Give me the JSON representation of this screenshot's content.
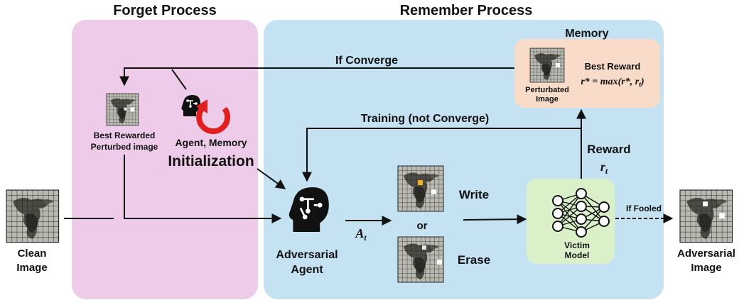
{
  "titles": {
    "forget": "Forget Process",
    "remember": "Remember Process"
  },
  "labels": {
    "memory": "Memory",
    "if_converge": "If Converge",
    "training": "Training (not Converge)",
    "best_rewarded_1": "Best Rewarded",
    "best_rewarded_2": "Perturbed image",
    "agent_memory": "Agent, Memory",
    "initialization": "Initialization",
    "perturbated_1": "Perturbated",
    "perturbated_2": "Image",
    "best_reward": "Best Reward",
    "reward_formula": "r* = max(r*, r",
    "reward_formula_sub": "t",
    "reward_formula_close": ")",
    "reward": "Reward",
    "reward_symbol": "r",
    "reward_symbol_sub": "t",
    "action_symbol": "A",
    "action_symbol_sub": "t",
    "write": "Write",
    "or": "or",
    "erase": "Erase",
    "victim_1": "Victim",
    "victim_2": "Model",
    "if_fooled": "If Fooled",
    "clean_1": "Clean",
    "clean_2": "Image",
    "adv_agent_1": "Adversarial",
    "adv_agent_2": "Agent",
    "adv_image_1": "Adversarial",
    "adv_image_2": "Image"
  },
  "colors": {
    "forget_bg": "#eecbe9",
    "remember_bg": "#c4e2f2",
    "memory_bg": "#f8dcc9",
    "victim_bg": "#d9f0c9",
    "refresh_arrow": "#e02020",
    "write_pixel": "#f0b020"
  },
  "icons": {
    "agent_head": "head-circuit-icon",
    "refresh": "refresh-arrow-icon",
    "network": "neural-network-icon"
  }
}
